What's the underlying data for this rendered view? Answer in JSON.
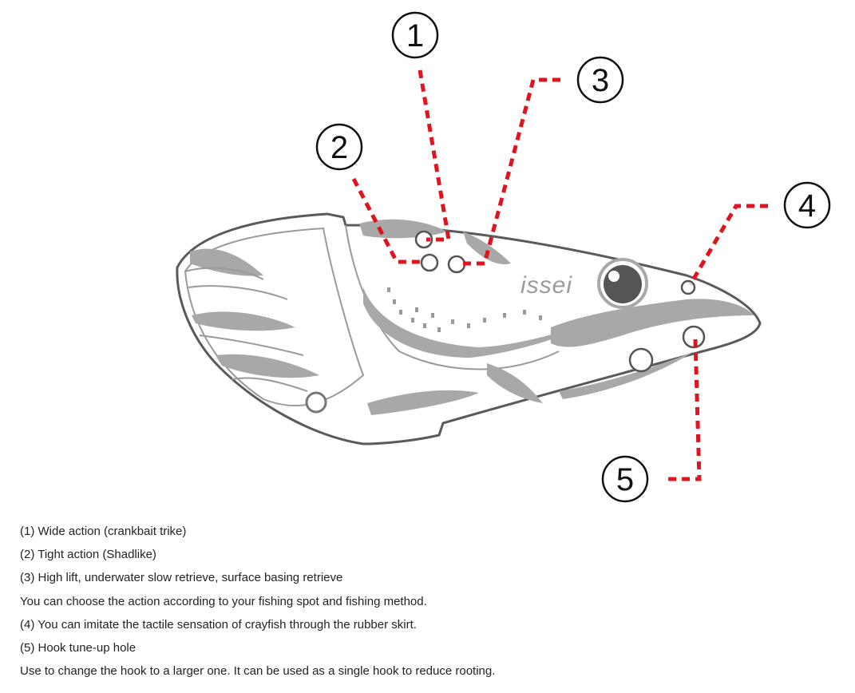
{
  "diagram": {
    "logo": "issei",
    "callouts": [
      "1",
      "2",
      "3",
      "4",
      "5"
    ],
    "colors": {
      "leader_line": "#e0141f",
      "outline": "#555555",
      "pattern": "#a8a8a8"
    }
  },
  "notes": [
    "(1) Wide action (crankbait trike)",
    "(2) Tight action (Shadlike)",
    "(3) High lift, underwater slow retrieve, surface basing retrieve",
    "You can choose the action according to your fishing spot and fishing method.",
    "(4) You can imitate the tactile sensation of crayfish through the rubber skirt.",
    "(5) Hook tune-up hole",
    "Use to change the hook to a larger one. It can be used as a single hook to reduce rooting."
  ]
}
